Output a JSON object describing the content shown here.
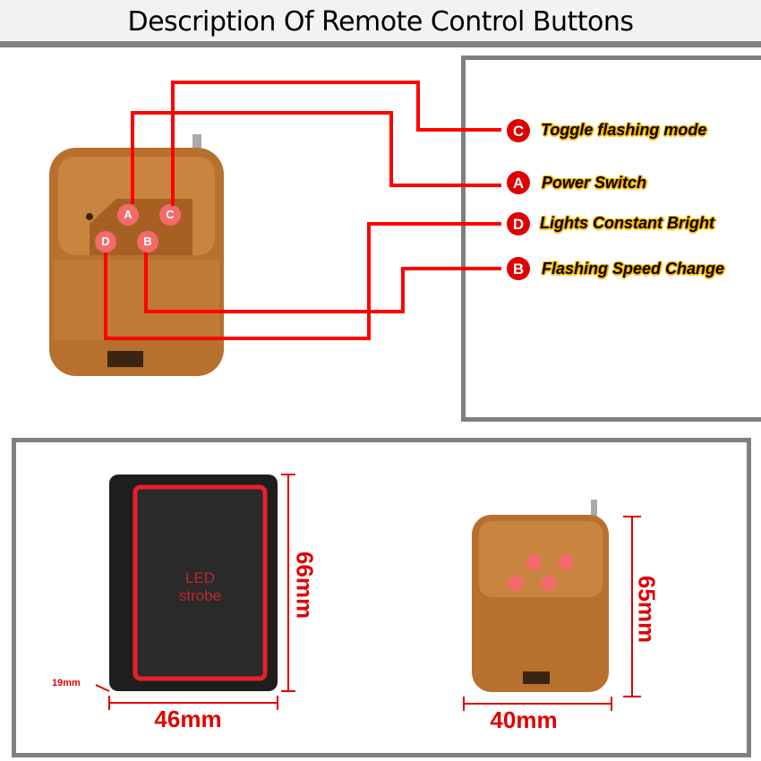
{
  "title": "Description Of Remote Control Buttons",
  "legend": [
    {
      "letter": "C",
      "label": "Toggle flashing mode"
    },
    {
      "letter": "A",
      "label": "Power Switch"
    },
    {
      "letter": "D",
      "label": "Lights Constant Bright"
    },
    {
      "letter": "B",
      "label": "Flashing Speed Change"
    }
  ],
  "remote_buttons": [
    "A",
    "C",
    "D",
    "B"
  ],
  "led_box": {
    "line1": "LED",
    "line2": "strobe",
    "height": "66mm",
    "width": "46mm",
    "depth": "19mm"
  },
  "remote_dims": {
    "height": "65mm",
    "width": "40mm"
  },
  "colors": {
    "accent": "#e00000",
    "remote": "#b8702e",
    "label_glow": "#f7b500"
  }
}
